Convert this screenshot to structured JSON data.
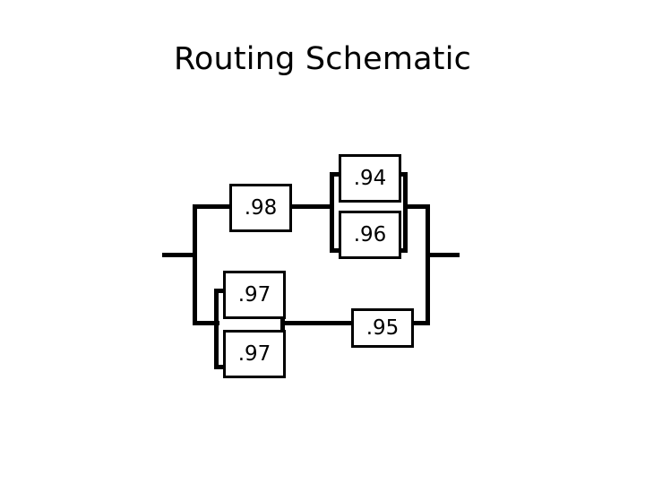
{
  "document": {
    "title": "Routing Schematic",
    "type": "reliability-block-diagram",
    "background_color": "#ffffff",
    "line_color": "#000000",
    "text_color": "#000000"
  },
  "diagram": {
    "description": "Reliability block diagram with two parallel paths between an input terminal on the left and an output terminal on the right.",
    "blocks": [
      {
        "id": "b98",
        "label": ".98",
        "value": 0.98,
        "path": "top",
        "arrangement": "series"
      },
      {
        "id": "b94",
        "label": ".94",
        "value": 0.94,
        "path": "top",
        "arrangement": "parallel-pair-upper"
      },
      {
        "id": "b96",
        "label": ".96",
        "value": 0.96,
        "path": "top",
        "arrangement": "parallel-pair-lower"
      },
      {
        "id": "b97a",
        "label": ".97",
        "value": 0.97,
        "path": "bottom",
        "arrangement": "parallel-pair-upper"
      },
      {
        "id": "b97b",
        "label": ".97",
        "value": 0.97,
        "path": "bottom",
        "arrangement": "parallel-pair-lower"
      },
      {
        "id": "b95",
        "label": ".95",
        "value": 0.95,
        "path": "bottom",
        "arrangement": "series"
      }
    ],
    "terminals": {
      "input_label": "",
      "output_label": ""
    }
  }
}
